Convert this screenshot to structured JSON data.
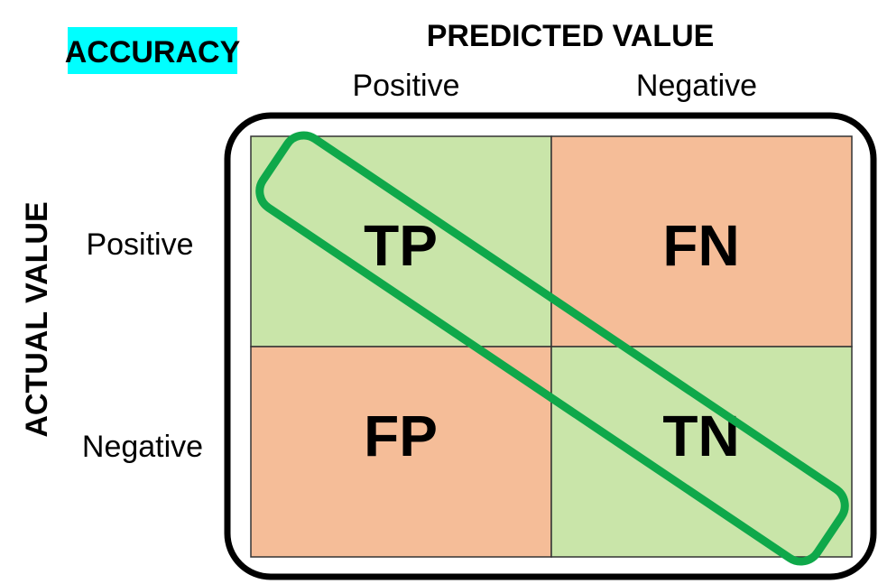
{
  "badge": {
    "text": "ACCURACY",
    "color": "#00ffff"
  },
  "predicted": {
    "title": "PREDICTED VALUE",
    "columns": [
      "Positive",
      "Negative"
    ]
  },
  "actual": {
    "title": "ACTUAL VALUE",
    "rows": [
      "Positive",
      "Negative"
    ]
  },
  "cells": [
    {
      "label": "TP",
      "color": "#c9e5a9"
    },
    {
      "label": "FN",
      "color": "#f5bd98"
    },
    {
      "label": "FP",
      "color": "#f5bd98"
    },
    {
      "label": "TN",
      "color": "#c9e5a9"
    }
  ],
  "highlight_color": "#0fa84a"
}
